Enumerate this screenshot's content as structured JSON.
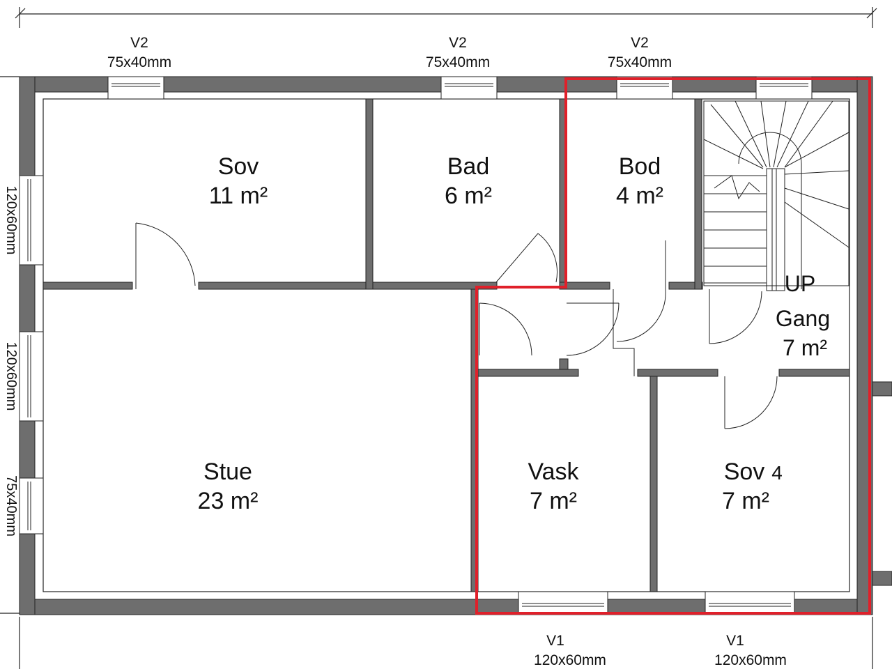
{
  "rooms": {
    "sov": {
      "name": "Sov",
      "area": "11 m²"
    },
    "bad": {
      "name": "Bad",
      "area": "6 m²"
    },
    "bod": {
      "name": "Bod",
      "area": "4 m²"
    },
    "stue": {
      "name": "Stue",
      "area": "23 m²"
    },
    "vask": {
      "name": "Vask",
      "area": "7 m²"
    },
    "sov4": {
      "name": "Sov",
      "num": "4",
      "area": "7 m²"
    },
    "gang": {
      "up": "UP",
      "name": "Gang",
      "area": "7 m²"
    }
  },
  "windows": {
    "top_1": {
      "type": "V2",
      "size": "75x40mm"
    },
    "top_2": {
      "type": "V2",
      "size": "75x40mm"
    },
    "top_3": {
      "type": "V2",
      "size": "75x40mm"
    },
    "bottom_1": {
      "type": "V1",
      "size": "120x60mm"
    },
    "bottom_2": {
      "type": "V1",
      "size": "120x60mm"
    },
    "left_1": {
      "size": "120x60mm"
    },
    "left_2": {
      "size": "120x60mm"
    },
    "left_3": {
      "size": "75x40mm"
    }
  },
  "colors": {
    "wall": "#6e6e6e",
    "highlight": "#e0202a",
    "line": "#222222"
  }
}
